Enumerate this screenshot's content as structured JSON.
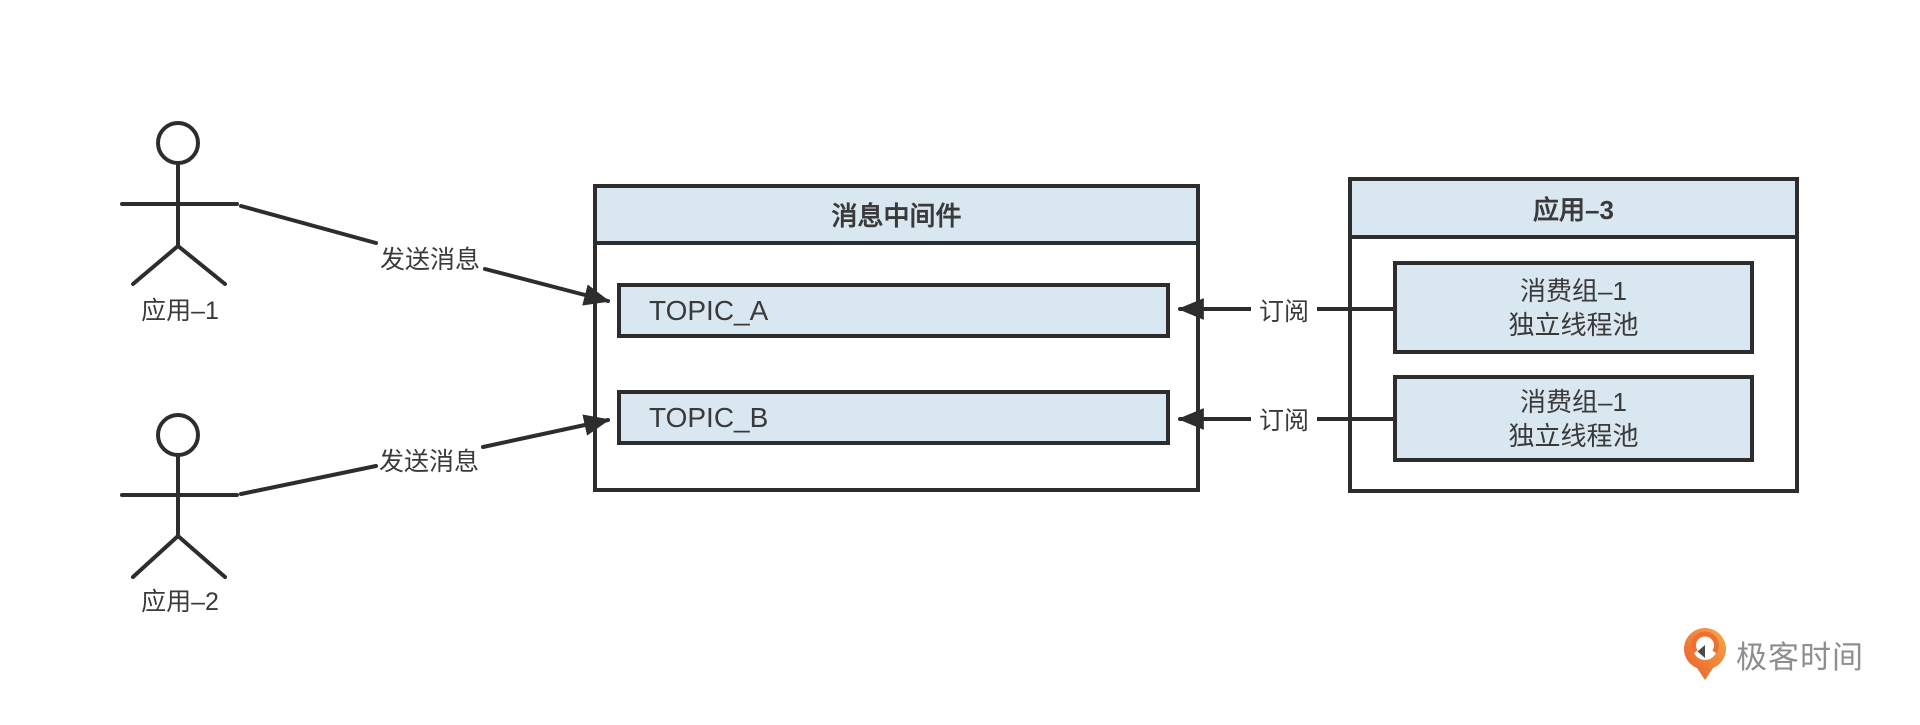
{
  "diagram": {
    "actors": [
      {
        "label": "应用–1"
      },
      {
        "label": "应用–2"
      }
    ],
    "edges": {
      "send_labels": [
        "发送消息",
        "发送消息"
      ],
      "subscribe_labels": [
        "订阅",
        "订阅"
      ]
    },
    "middleware": {
      "title": "消息中间件",
      "topics": [
        {
          "label": "TOPIC_A"
        },
        {
          "label": "TOPIC_B"
        }
      ]
    },
    "app3": {
      "title": "应用–3",
      "consumer_groups": [
        {
          "line1": "消费组–1",
          "line2": "独立线程池"
        },
        {
          "line1": "消费组–1",
          "line2": "独立线程池"
        }
      ]
    },
    "colors": {
      "line": "#2d2d2d",
      "text": "#3a3a3a",
      "box_fill": "#d9e7f1",
      "logo_orange": "#ee7032",
      "logo_orange_light": "#f7a948",
      "logo_text": "#8e8e8e"
    }
  },
  "branding": {
    "logo_text": "极客时间"
  }
}
